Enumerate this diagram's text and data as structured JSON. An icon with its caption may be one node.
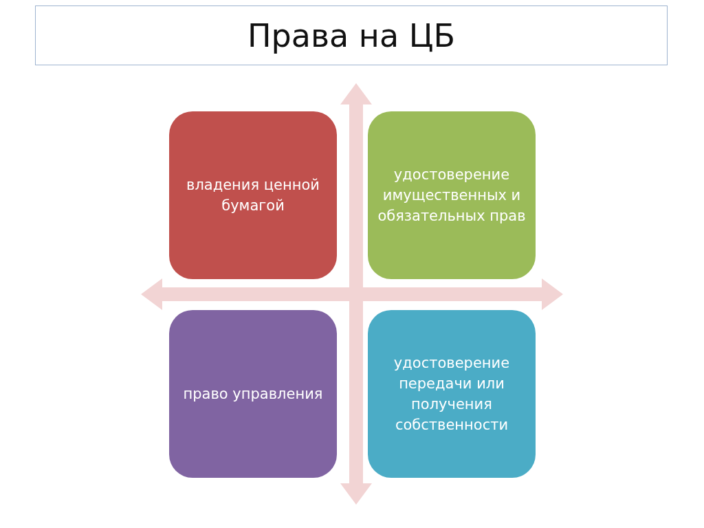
{
  "diagram": {
    "title": "Права на ЦБ",
    "nodes": [
      {
        "text": [
          "владения ценной бумагой"
        ]
      },
      {
        "text": [
          "удостоверение имущественных и обязательных прав"
        ]
      },
      {
        "text": [
          "право управления"
        ]
      },
      {
        "text": [
          "удостоверение передачи или получения собственности"
        ]
      }
    ]
  }
}
